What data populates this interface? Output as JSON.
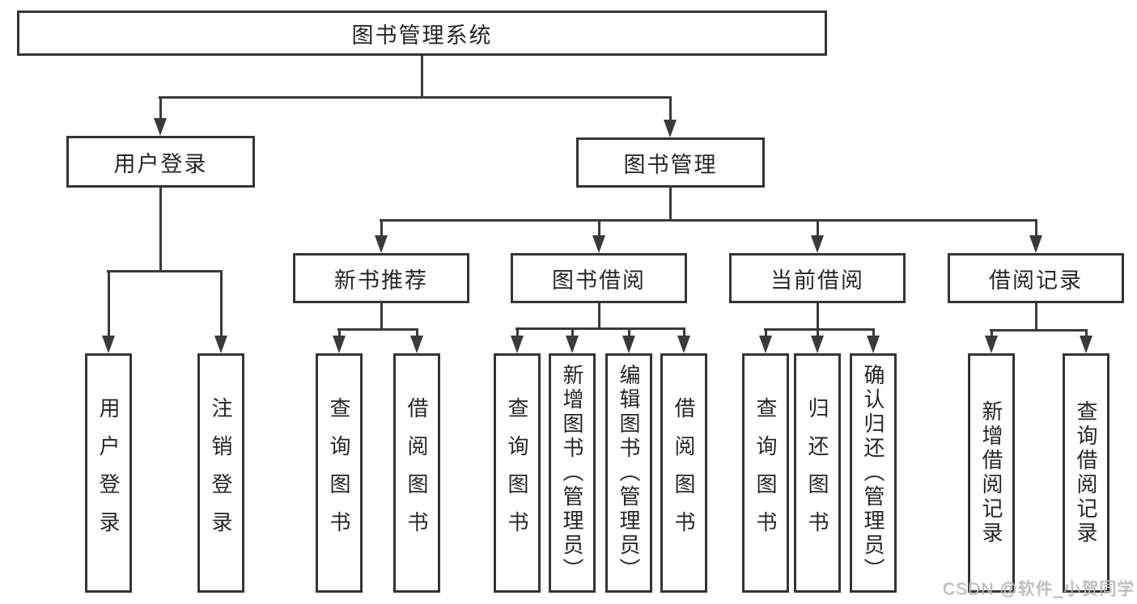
{
  "diagram": {
    "type": "org-tree",
    "root": {
      "label": "图书管理系统",
      "children": [
        {
          "label": "用户登录",
          "children": [
            {
              "label": "用户登录"
            },
            {
              "label": "注销登录"
            }
          ]
        },
        {
          "label": "图书管理",
          "children": [
            {
              "label": "新书推荐",
              "children": [
                {
                  "label": "查询图书"
                },
                {
                  "label": "借阅图书"
                }
              ]
            },
            {
              "label": "图书借阅",
              "children": [
                {
                  "label": "查询图书"
                },
                {
                  "label": "新增图书（管理员）"
                },
                {
                  "label": "编辑图书（管理员）"
                },
                {
                  "label": "借阅图书"
                }
              ]
            },
            {
              "label": "当前借阅",
              "children": [
                {
                  "label": "查询图书"
                },
                {
                  "label": "归还图书"
                },
                {
                  "label": "确认归还（管理员）"
                }
              ]
            },
            {
              "label": "借阅记录",
              "children": [
                {
                  "label": "新增借阅记录"
                },
                {
                  "label": "查询借阅记录"
                }
              ]
            }
          ]
        }
      ]
    }
  },
  "watermark": "CSDN @软件_小贺同学",
  "colors": {
    "line": "#3a3a3a",
    "text": "#262626",
    "box_background": "#ffffff",
    "page_background": "#ffffff",
    "watermark": "#bdbdbd"
  }
}
